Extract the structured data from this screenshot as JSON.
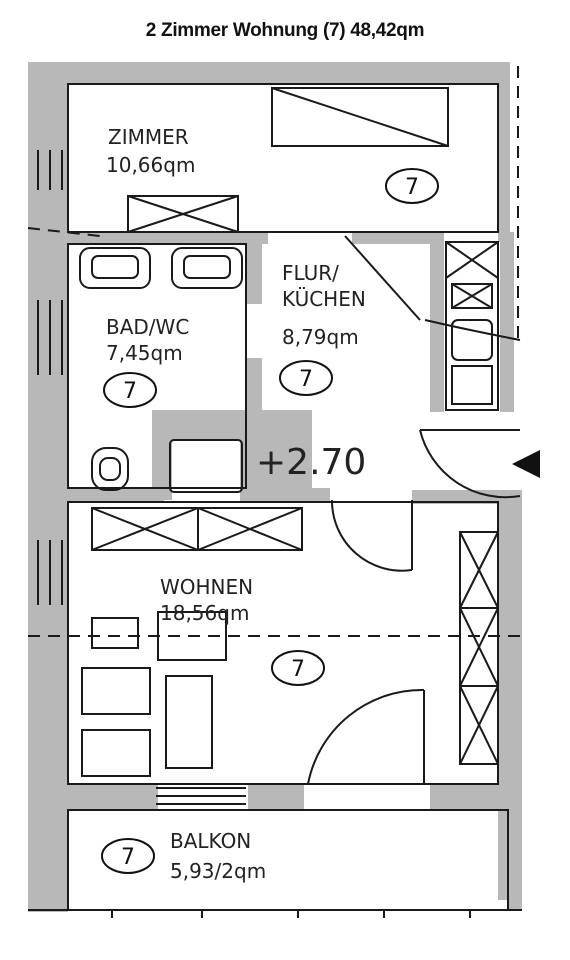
{
  "title": "2 Zimmer Wohnung (7) 48,42qm",
  "rooms": {
    "zimmer": {
      "name": "ZIMMER",
      "area": "10,66qm",
      "unit": "7"
    },
    "bad": {
      "name": "BAD/WC",
      "area": "7,45qm",
      "unit": "7"
    },
    "flur": {
      "name1": "FLUR/",
      "name2": "KÜCHEN",
      "area": "8,79qm",
      "unit": "7"
    },
    "wohnen": {
      "name": "WOHNEN",
      "area": "18,56qm",
      "unit": "7"
    },
    "balkon": {
      "name": "BALKON",
      "area": "5,93/2qm",
      "unit": "7"
    }
  },
  "elevation": "+2.70",
  "colors": {
    "wall": "#b8b8b8",
    "line": "#1a1a1a"
  }
}
